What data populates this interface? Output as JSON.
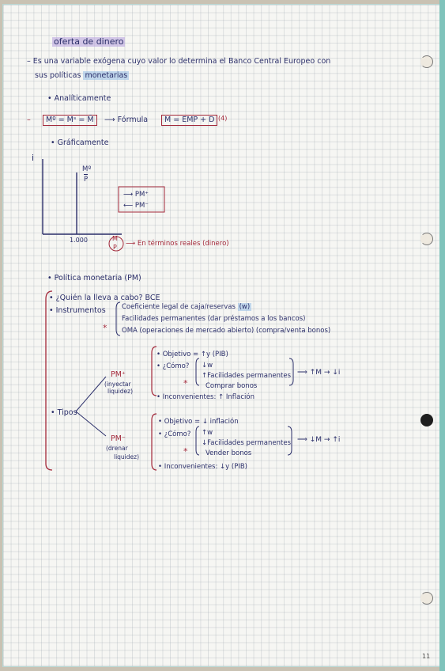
{
  "title": "oferta de dinero",
  "intro": {
    "line1": "– Es una variable exógena cuyo valor lo determina el Banco Central Europeo con",
    "line2_prefix": "sus políticas",
    "line2_highlight": "monetarias"
  },
  "analitic": {
    "bullet": "• Analíticamente",
    "dash": "–",
    "formula": "Mº = Mˢ = M̄",
    "arrow_text": "⟶ Fórmula",
    "boxed_formula": "M = EMP + D",
    "ref": "(4)"
  },
  "graphic": {
    "bullet": "• Gráficamente",
    "y_axis": "i",
    "curve_label_num": "Mº",
    "curve_label_den": "P",
    "legend_up": "⟶ PM⁺",
    "legend_down": "⟵ PM⁻",
    "x_value": "1.000",
    "x_label_num": "M",
    "x_label_den": "P",
    "x_label_text": "⟶ En términos reales (dinero)"
  },
  "policy": {
    "bullet": "• Política monetaria (PM)",
    "who": "• ¿Quién la lleva a cabo? BCE",
    "instruments_label": "• Instrumentos",
    "instr1_text": "Coeficiente legal de caja/reservas",
    "instr1_tag": "(w)",
    "instr2": "Facilidades permanentes (dar préstamos a los bancos)",
    "instr3": "OMA (operaciones de mercado abierto) (compra/venta bonos)",
    "asterisk": "*"
  },
  "types": {
    "label": "• Tipos",
    "pm_plus": {
      "title": "PM⁺",
      "sub1": "(inyectar",
      "sub2": "liquidez)",
      "objective": "• Objetivo = ↑y (PIB)",
      "how": "• ¿Cómo?",
      "how1": "↓w",
      "how2": "↑Facilidades permanentes",
      "how3": "Comprar bonos",
      "drawback": "• Inconvenientes: ↑ Inflación",
      "result": "⟹ ↑M → ↓i"
    },
    "pm_minus": {
      "title": "PM⁻",
      "sub1": "(drenar",
      "sub2": "liquidez)",
      "objective": "• Objetivo = ↓ inflación",
      "how": "• ¿Cómo?",
      "how1": "↑w",
      "how2": "↓Facilidades permanentes",
      "how3": "Vender bonos",
      "drawback": "• Inconvenientes: ↓y (PIB)",
      "result": "⟹ ↓M → ↑i"
    }
  },
  "page_number": "11"
}
